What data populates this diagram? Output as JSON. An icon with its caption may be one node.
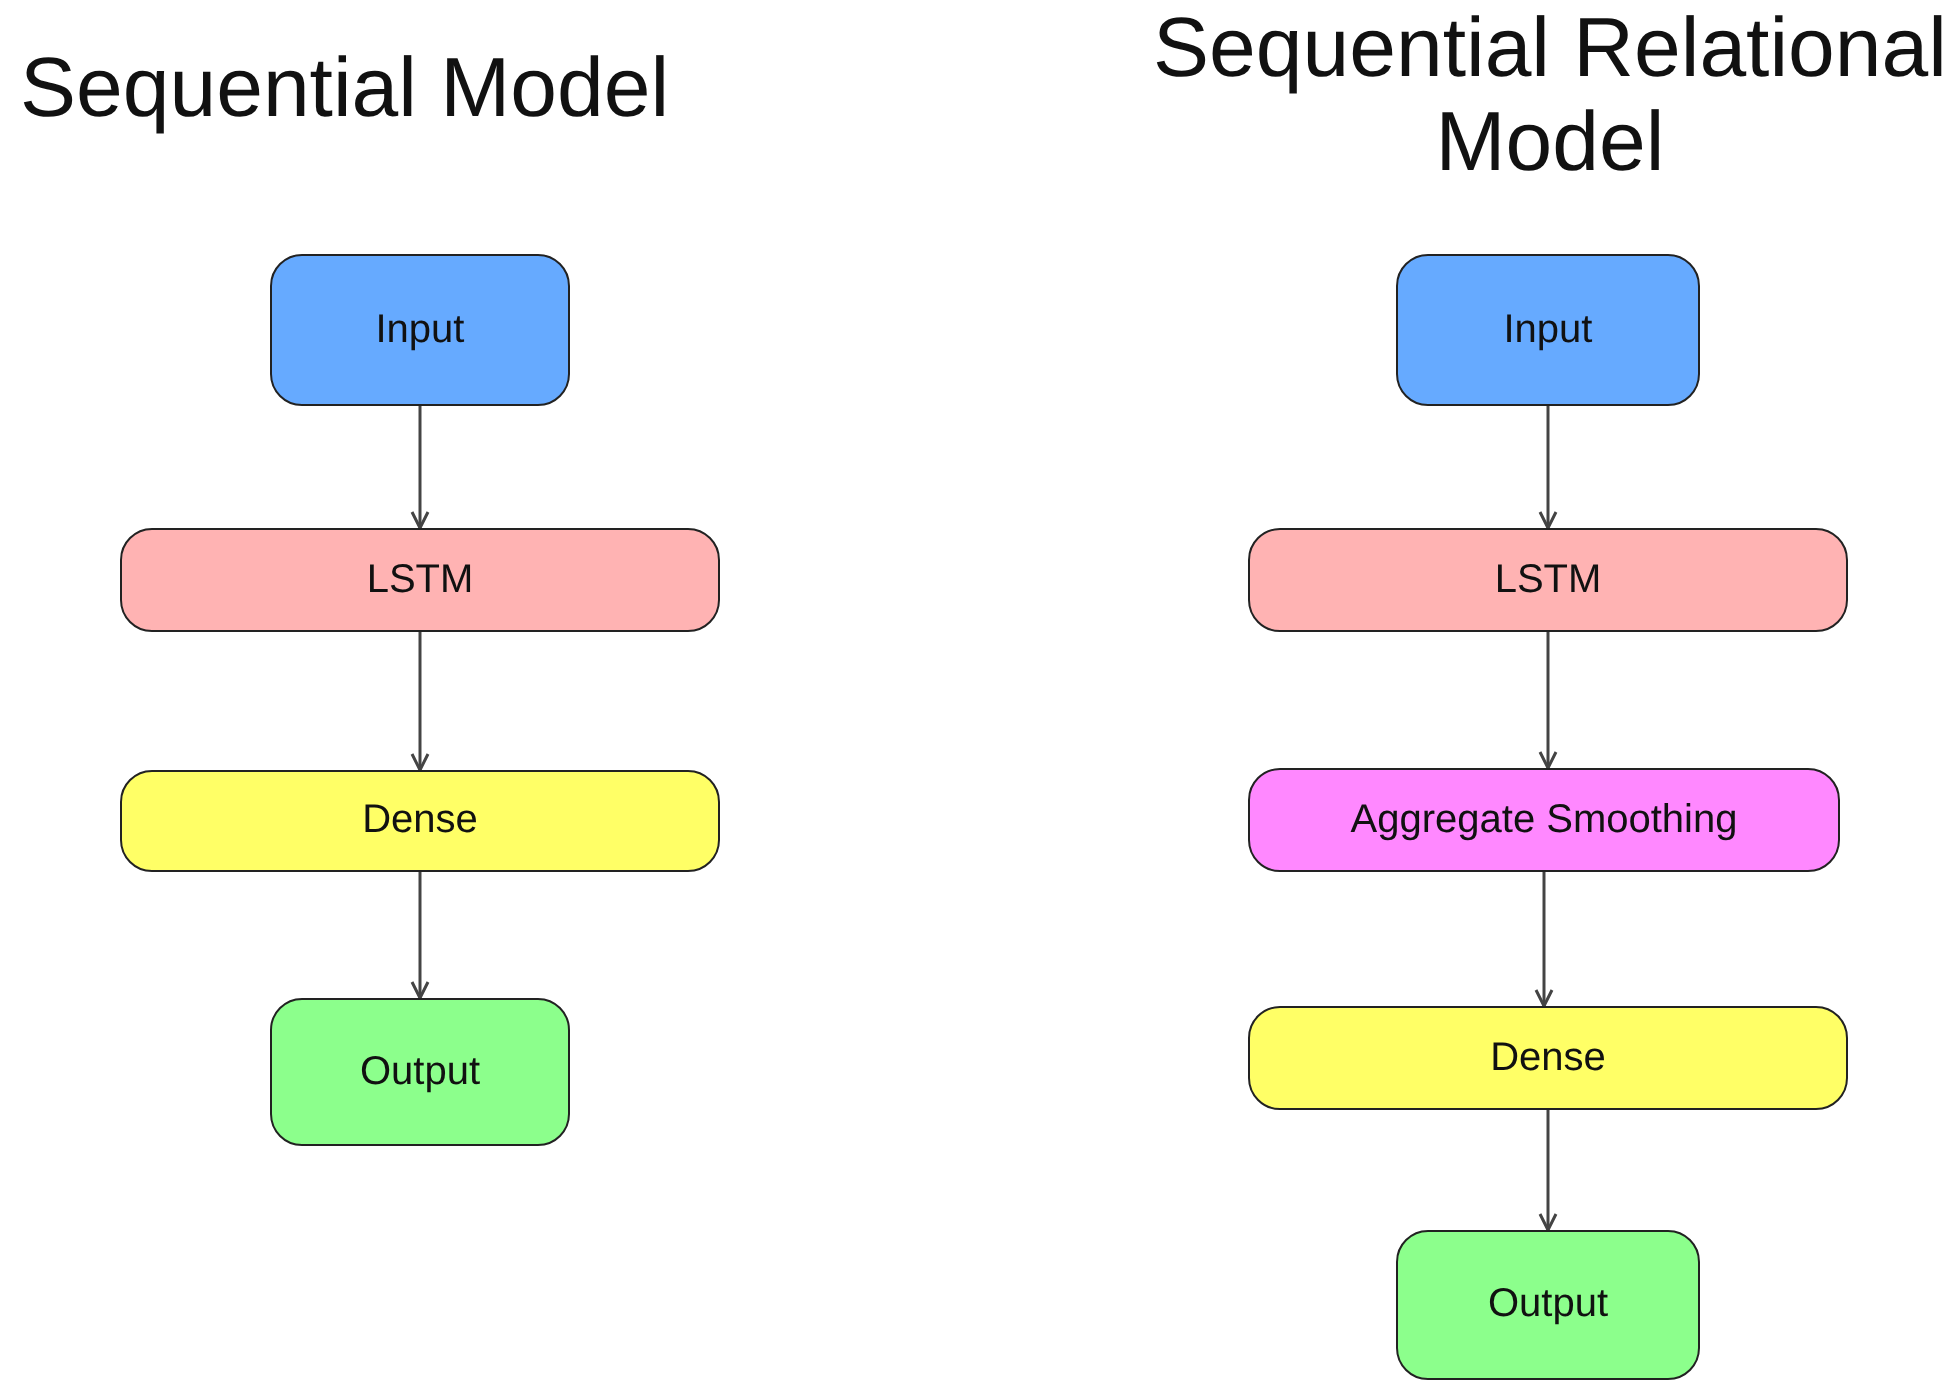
{
  "diagram": {
    "nodes": [
      {
        "text": [
          "Input"
        ]
      },
      {
        "text": [
          "LSTM"
        ]
      },
      {
        "text": [
          "Dense"
        ]
      },
      {
        "text": [
          "Output"
        ]
      },
      {
        "text": [
          "Input"
        ]
      },
      {
        "text": [
          "LSTM"
        ]
      },
      {
        "text": [
          "Aggregate Smoothing"
        ]
      },
      {
        "text": [
          "Dense"
        ]
      },
      {
        "text": [
          "Output"
        ]
      }
    ],
    "edges": [
      {
        "from": 0,
        "to": 1,
        "arrow": "to"
      },
      {
        "from": 1,
        "to": 2,
        "arrow": "to"
      },
      {
        "from": 2,
        "to": 3,
        "arrow": "to"
      },
      {
        "from": 4,
        "to": 5,
        "arrow": "to"
      },
      {
        "from": 5,
        "to": 6,
        "arrow": "to"
      },
      {
        "from": 6,
        "to": 7,
        "arrow": "to"
      },
      {
        "from": 7,
        "to": 8,
        "arrow": "to"
      }
    ],
    "labels": [
      "Sequential Model",
      "Sequential Relational Model"
    ]
  }
}
